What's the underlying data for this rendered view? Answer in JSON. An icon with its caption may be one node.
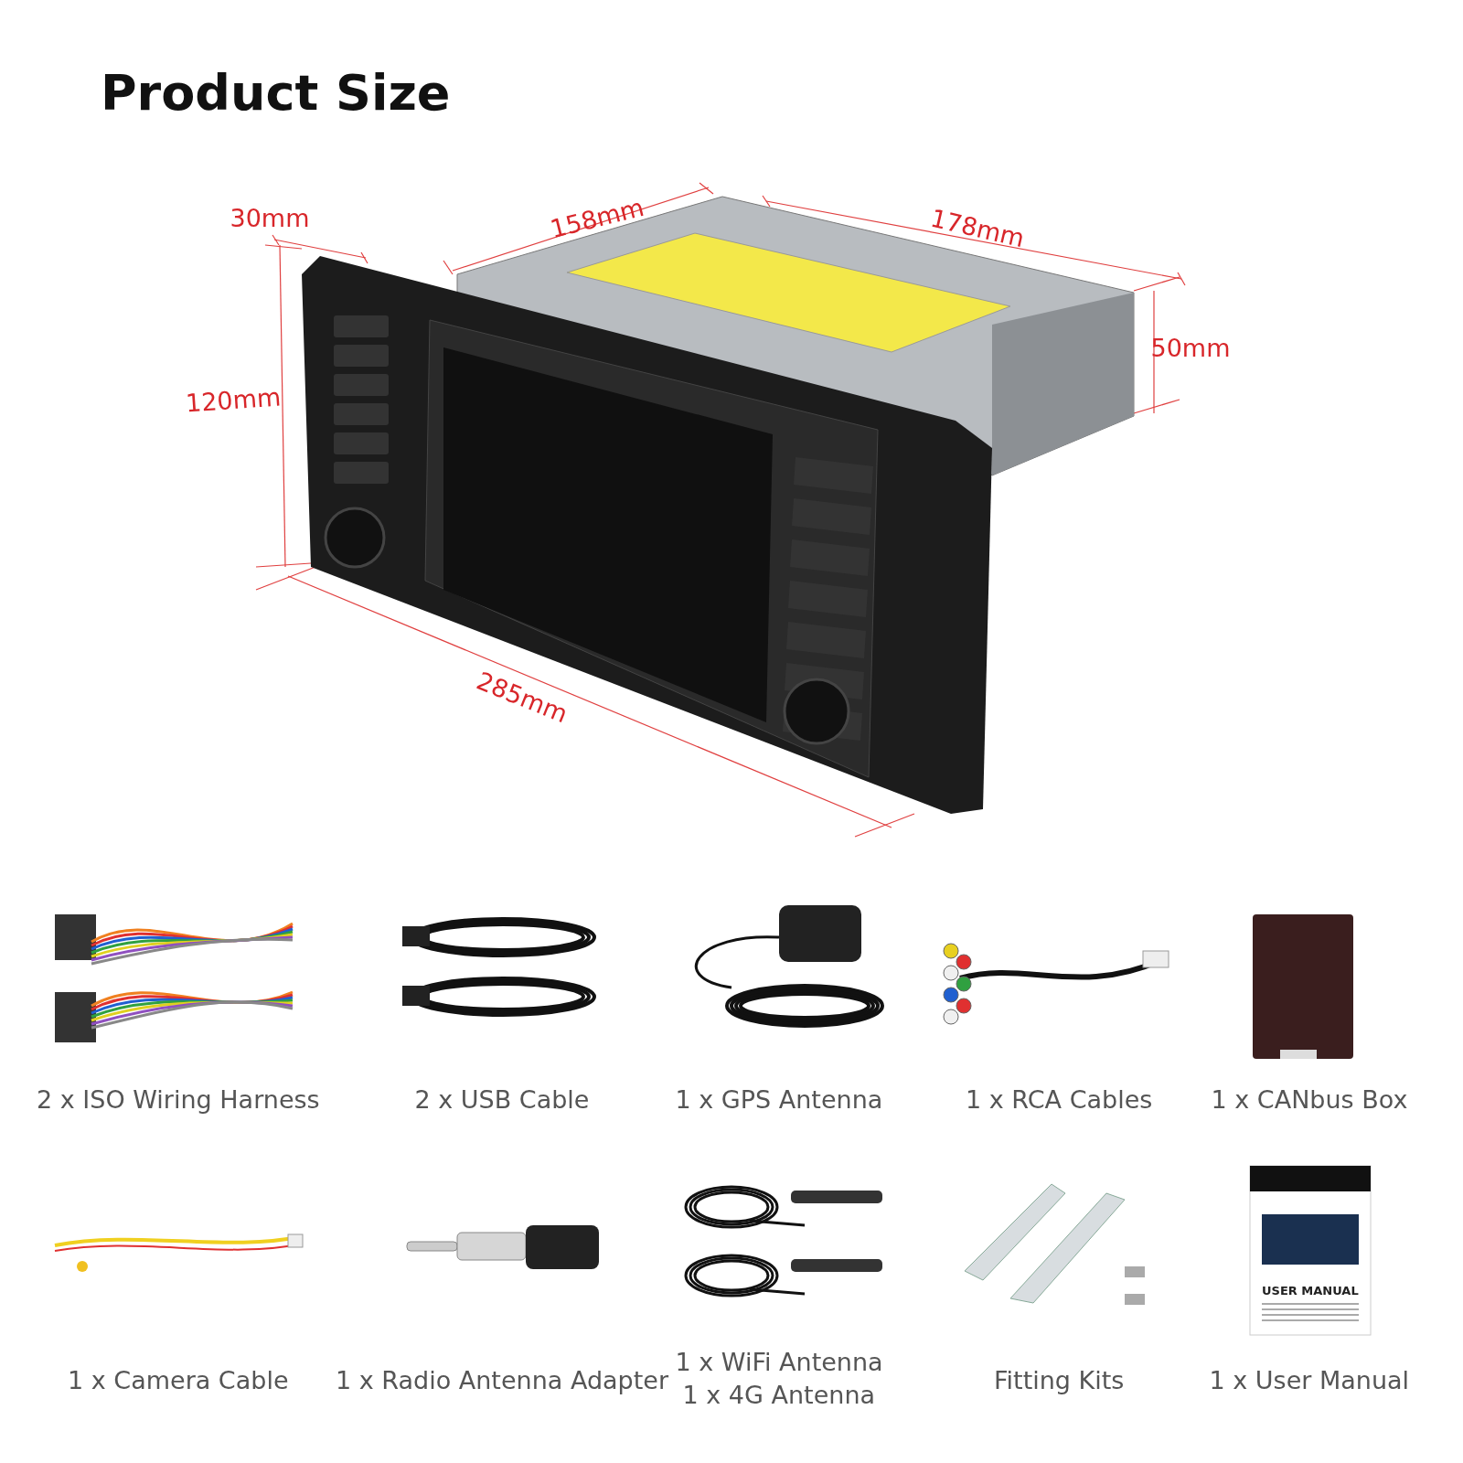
{
  "diagram": {
    "title": "Product Size",
    "labels": [
      "158mm",
      "30mm",
      "178mm",
      "50mm",
      "120mm",
      "285mm",
      "2 x ISO Wiring Harness",
      "2 x USB Cable",
      "1 x GPS Antenna",
      "1 x RCA Cables",
      "1 x CANbus Box",
      "USER MANUAL",
      "1 x Camera Cable",
      "1 x Radio Antenna Adapter",
      "1 x WiFi Antenna",
      "1 x 4G Antenna",
      "Fitting Kits",
      "1 x User Manual"
    ]
  }
}
